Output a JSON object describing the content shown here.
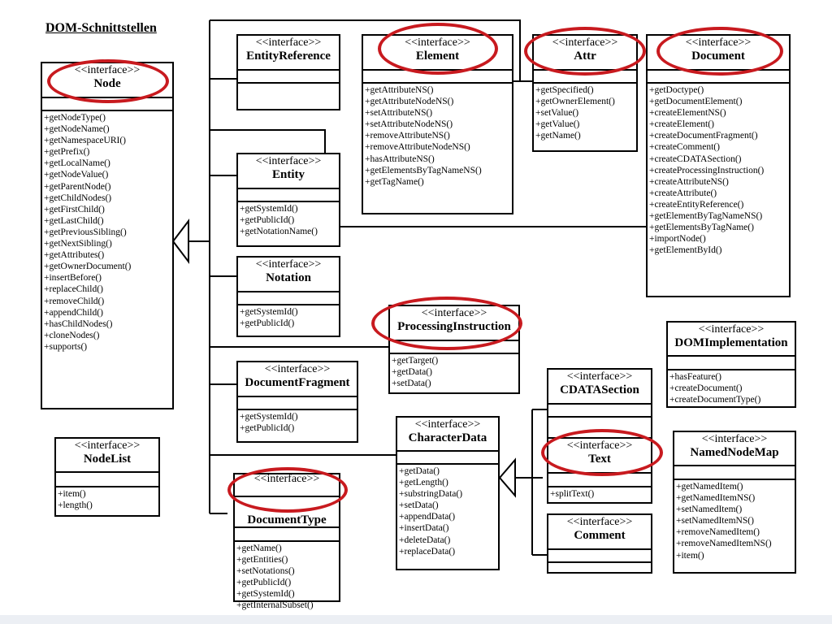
{
  "page_title": "DOM-Schnittstellen",
  "stereotype": "<<interface>>",
  "highlight_color": "#c81a1f",
  "interfaces": {
    "node": {
      "name": "Node",
      "methods": [
        "+getNodeType()",
        "+getNodeName()",
        "+getNamespaceURI()",
        "+getPrefix()",
        "+getLocalName()",
        "+getNodeValue()",
        "+getParentNode()",
        "+getChildNodes()",
        "+getFirstChild()",
        "+getLastChild()",
        "+getPreviousSibling()",
        "+getNextSibling()",
        "+getAttributes()",
        "+getOwnerDocument()",
        "+insertBefore()",
        "+replaceChild()",
        "+removeChild()",
        "+appendChild()",
        "+hasChildNodes()",
        "+cloneNodes()",
        "+supports()"
      ]
    },
    "nodelist": {
      "name": "NodeList",
      "methods": [
        "+item()",
        "+length()"
      ]
    },
    "entityreference": {
      "name": "EntityReference",
      "methods": []
    },
    "element": {
      "name": "Element",
      "methods": [
        "+getAttributeNS()",
        "+getAttributeNodeNS()",
        "+setAttributeNS()",
        "+setAttributeNodeNS()",
        "+removeAttributeNS()",
        "+removeAttributeNodeNS()",
        "+hasAttributeNS()",
        "+getElementsByTagNameNS()",
        "+getTagName()"
      ]
    },
    "attr": {
      "name": "Attr",
      "methods": [
        "+getSpecified()",
        "+getOwnerElement()",
        "+setValue()",
        "+getValue()",
        "+getName()"
      ]
    },
    "document": {
      "name": "Document",
      "methods": [
        "+getDoctype()",
        "+getDocumentElement()",
        "+createElementNS()",
        "+createElement()",
        "+createDocumentFragment()",
        "+createComment()",
        "+createCDATASection()",
        "+createProcessingInstruction()",
        "+createAttributeNS()",
        "+createAttribute()",
        "+createEntityReference()",
        "+getElementByTagNameNS()",
        "+getElementsByTagName()",
        "+importNode()",
        "+getElementById()"
      ]
    },
    "entity": {
      "name": "Entity",
      "methods": [
        "+getSystemId()",
        "+getPublicId()",
        "+getNotationName()"
      ]
    },
    "notation": {
      "name": "Notation",
      "methods": [
        "+getSystemId()",
        "+getPublicId()"
      ]
    },
    "processinginstruction": {
      "name": "ProcessingInstruction",
      "methods": [
        "+getTarget()",
        "+getData()",
        "+setData()"
      ]
    },
    "domimplementation": {
      "name": "DOMImplementation",
      "methods": [
        "+hasFeature()",
        "+createDocument()",
        "+createDocumentType()"
      ]
    },
    "documentfragment": {
      "name": "DocumentFragment",
      "methods": [
        "+getSystemId()",
        "+getPublicId()"
      ]
    },
    "cdatasection": {
      "name": "CDATASection",
      "methods": []
    },
    "characterdata": {
      "name": "CharacterData",
      "methods": [
        "+getData()",
        "+getLength()",
        "+substringData()",
        "+setData()",
        "+appendData()",
        "+insertData()",
        "+deleteData()",
        "+replaceData()"
      ]
    },
    "text": {
      "name": "Text",
      "methods": [
        "+splitText()"
      ]
    },
    "namednodemap": {
      "name": "NamedNodeMap",
      "methods": [
        "+getNamedItem()",
        "+getNamedItemNS()",
        "+setNamedItem()",
        "+setNamedItemNS()",
        "+removeNamedItem()",
        "+removeNamedItemNS()",
        "+item()"
      ]
    },
    "comment": {
      "name": "Comment",
      "methods": []
    },
    "documenttype": {
      "name": "DocumentType",
      "methods": [
        "+getName()",
        "+getEntities()",
        "+setNotations()",
        "+getPublicId()",
        "+getSystemId()",
        "+getInternalSubset()"
      ]
    }
  }
}
